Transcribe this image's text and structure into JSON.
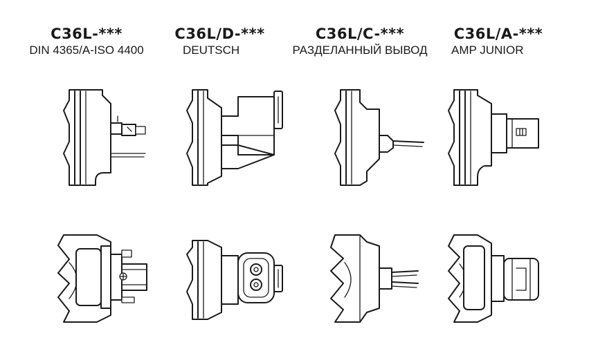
{
  "columns": [
    {
      "model": "C36L-***",
      "connector": "DIN 4365/A-ISO 4400",
      "icon": "din-connector-icon"
    },
    {
      "model": "C36L/D-***",
      "connector": "DEUTSCH",
      "icon": "deutsch-connector-icon"
    },
    {
      "model": "C36L/C-***",
      "connector": "РАЗДЕЛАННЫЙ ВЫВОД",
      "icon": "flying-leads-icon"
    },
    {
      "model": "C36L/A-***",
      "connector": "AMP JUNIOR",
      "icon": "amp-junior-connector-icon"
    }
  ]
}
